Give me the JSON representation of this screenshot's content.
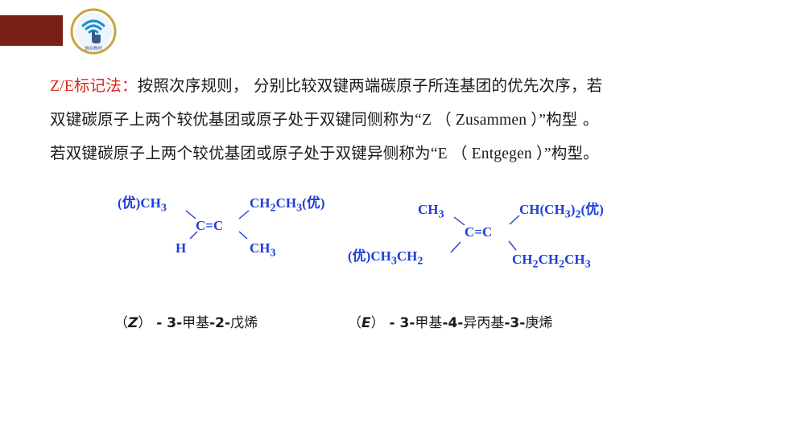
{
  "logo": {
    "icon": "hand-touch-signal-icon",
    "caption": "融合教材"
  },
  "intro": {
    "term": "Z/E标记法：",
    "line1": "按照次序规则， 分别比较双键两端碳原子所连基团的优先次序，若",
    "line2_a": "双键碳原子上两个较优基团或原子处于双键同侧称为",
    "line2_quote": "“Z （ Zusammen ）”",
    "line2_b": "构型 。",
    "line3_a": "若双键碳原子上两个较优基团或原子处于双键异侧称为",
    "line3_quote": "“E （ Entgegen ）”",
    "line3_b": "构型。"
  },
  "structure_z": {
    "top_left": "(优)CH",
    "top_left_sub": "3",
    "top_right_a": "CH",
    "top_right_sub1": "2",
    "top_right_b": "CH",
    "top_right_sub2": "3",
    "top_right_c": "(优)",
    "center": "C=C",
    "bottom_left": "H",
    "bottom_right": "CH",
    "bottom_right_sub": "3"
  },
  "structure_e": {
    "top_left": "CH",
    "top_left_sub": "3",
    "top_right_a": "CH(CH",
    "top_right_sub1": "3",
    "top_right_b": ")",
    "top_right_sub2": "2",
    "top_right_c": "(优)",
    "center": "C=C",
    "bottom_left_a": "(优)CH",
    "bottom_left_sub1": "3",
    "bottom_left_b": "CH",
    "bottom_left_sub2": "2",
    "bottom_right_a": "CH",
    "bottom_right_sub1": "2",
    "bottom_right_b": "CH",
    "bottom_right_sub2": "2",
    "bottom_right_c": "CH",
    "bottom_right_sub3": "3"
  },
  "caption_z": {
    "open": "（",
    "letter": "Z",
    "close": "）",
    "dash1": " - ",
    "n1": "3-",
    "w1": "甲基",
    "n2": "-2-",
    "w2": "戊烯"
  },
  "caption_e": {
    "open": "（",
    "letter": "E",
    "close": "）",
    "dash1": " - ",
    "n1": "3-",
    "w1": "甲基",
    "n2": "-4-",
    "w2": "异丙基",
    "n3": "-3-",
    "w3": "庚烯"
  }
}
